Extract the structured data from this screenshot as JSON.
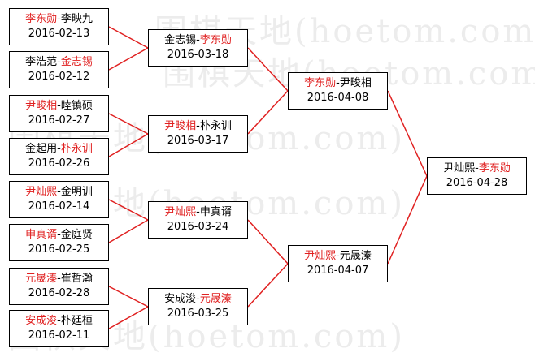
{
  "watermark": {
    "texts": [
      "围棋天地(hoetom.com)",
      "围棋天地(hoetom.com)",
      "围棋天地(hoetom.com)",
      "围棋天地(hoetom.com)",
      "围棋天地(hoetom.com)"
    ]
  },
  "colors": {
    "winner": "#e02020",
    "line": "#e02020",
    "border": "#000000"
  },
  "round1": [
    {
      "p1": "李东勋",
      "p2": "李映九",
      "winner": 1,
      "date": "2016-02-13"
    },
    {
      "p1": "李浩范",
      "p2": "金志锡",
      "winner": 2,
      "date": "2016-02-12"
    },
    {
      "p1": "尹畯相",
      "p2": "睦镇硕",
      "winner": 1,
      "date": "2016-02-27"
    },
    {
      "p1": "金起用",
      "p2": "朴永训",
      "winner": 2,
      "date": "2016-02-26"
    },
    {
      "p1": "尹灿熙",
      "p2": "金明训",
      "winner": 1,
      "date": "2016-02-14"
    },
    {
      "p1": "申真谞",
      "p2": "金庭贤",
      "winner": 1,
      "date": "2016-02-25"
    },
    {
      "p1": "元晟溱",
      "p2": "崔哲瀚",
      "winner": 1,
      "date": "2016-02-28"
    },
    {
      "p1": "安成浚",
      "p2": "朴廷桓",
      "winner": 1,
      "date": "2016-02-11"
    }
  ],
  "round2": [
    {
      "p1": "金志锡",
      "p2": "李东勋",
      "winner": 2,
      "date": "2016-03-18"
    },
    {
      "p1": "尹畯相",
      "p2": "朴永训",
      "winner": 1,
      "date": "2016-03-17"
    },
    {
      "p1": "尹灿熙",
      "p2": "申真谞",
      "winner": 1,
      "date": "2016-03-24"
    },
    {
      "p1": "安成浚",
      "p2": "元晟溱",
      "winner": 2,
      "date": "2016-03-25"
    }
  ],
  "round3": [
    {
      "p1": "李东勋",
      "p2": "尹畯相",
      "winner": 1,
      "date": "2016-04-08"
    },
    {
      "p1": "尹灿熙",
      "p2": "元晟溱",
      "winner": 1,
      "date": "2016-04-07"
    }
  ],
  "final": [
    {
      "p1": "尹灿熙",
      "p2": "李东勋",
      "winner": 2,
      "date": "2016-04-28"
    }
  ]
}
